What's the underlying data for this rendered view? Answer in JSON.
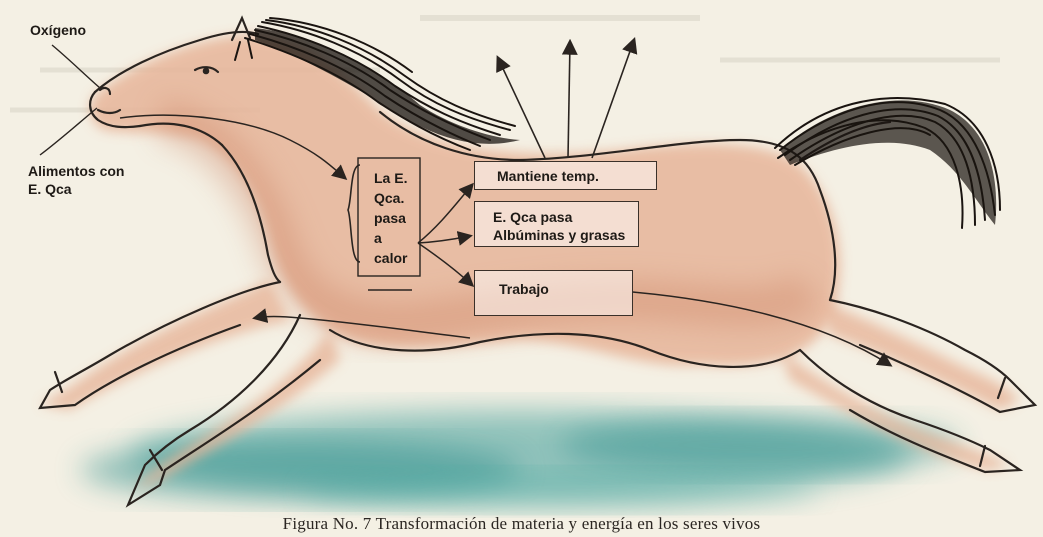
{
  "labels": {
    "oxigeno": "Oxígeno",
    "alimentos_line1": "Alimentos con",
    "alimentos_line2": "E. Qca",
    "center_line1": "La E.",
    "center_line2": "Qca.",
    "center_line3": "pasa",
    "center_line4": "a",
    "center_line5": "calor"
  },
  "boxes": {
    "mantiene": "Mantiene temp.",
    "albuminas_line1": "E. Qca pasa",
    "albuminas_line2": "Albúminas y grasas",
    "trabajo": "Trabajo"
  },
  "caption": "Figura No. 7  Transformación de materia y energía en los seres vivos",
  "colors": {
    "paper": "#f4f0e4",
    "horse_body": "#e7b59a",
    "horse_shade": "#c97b5c",
    "mane": "#1a1410",
    "ground": "#3f9e9a",
    "ink": "#2a2420"
  }
}
